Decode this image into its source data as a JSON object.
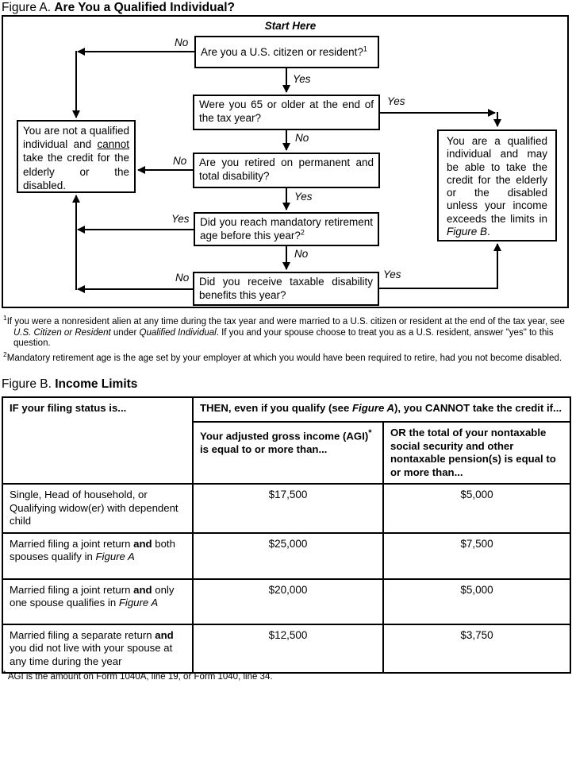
{
  "figure_a": {
    "title_prefix": "Figure A.",
    "title": "Are You a Qualified Individual?",
    "start_here": "Start Here",
    "boxes": {
      "q1": {
        "text": "Are you a U.S. citizen or resident?",
        "sup": "1"
      },
      "q2": {
        "text": "Were you 65 or older at the end of the tax year?"
      },
      "q3": {
        "text": "Are you retired on permanent and total disability?"
      },
      "q4": {
        "text": "Did you reach mandatory retirement age before this year?",
        "sup": "2"
      },
      "q5": {
        "text": "Did you receive taxable disability benefits this year?"
      },
      "not_qualified": {
        "p1": "You are not a qualified individual and ",
        "u": "cannot",
        "p2": " take the credit for the elderly or the disabled."
      },
      "qualified": {
        "p1": "You are a qualified individual and may be able to take the credit for the elderly or the disabled unless your income exceeds the limits in ",
        "i": "Figure B",
        "p2": "."
      }
    },
    "labels": {
      "q1_no": "No",
      "q1_yes": "Yes",
      "q2_yes": "Yes",
      "q2_no": "No",
      "q3_no": "No",
      "q3_yes": "Yes",
      "q4_yes": "Yes",
      "q4_no": "No",
      "q5_no": "No",
      "q5_yes": "Yes"
    },
    "footnote1": {
      "sup": "1",
      "p1": "If you were a nonresident alien at any time during the tax year and were married to a U.S. citizen or resident at the end of the tax year, see ",
      "i1": "U.S. Citizen or Resident",
      "p2": " under ",
      "i2": "Qualified Individual",
      "p3": ". If you and your spouse choose to treat you as a U.S. resident, answer \"yes\" to this question."
    },
    "footnote2": {
      "sup": "2",
      "p1": "Mandatory retirement age is the age set by your employer at which you would have been required to retire, had you not become disabled."
    }
  },
  "figure_b": {
    "title_prefix": "Figure B.",
    "title": "Income Limits",
    "table": {
      "filing_status_header": "IF your filing status is...",
      "then_header": {
        "p1": "THEN, even if you qualify (see ",
        "i": "Figure A",
        "p2": "), you CANNOT take the credit if..."
      },
      "agi_header": {
        "p1": "Your adjusted gross income (AGI)",
        "sup": "*",
        "p2": " is equal to or more than..."
      },
      "pension_header": "OR the total of your nontaxable social security and other nontaxable pension(s) is equal to or more than...",
      "rows": [
        {
          "p1": "Single, Head of household, or Qualifying widow(er) with dependent child",
          "b": "",
          "p2": "",
          "i": "",
          "agi": "$17,500",
          "pension": "$5,000"
        },
        {
          "p1": "Married filing a joint return ",
          "b": "and",
          "p2": " both spouses qualify in ",
          "i": "Figure A",
          "agi": "$25,000",
          "pension": "$7,500"
        },
        {
          "p1": "Married filing a joint return ",
          "b": "and",
          "p2": " only one spouse qualifies in ",
          "i": "Figure A",
          "agi": "$20,000",
          "pension": "$5,000"
        },
        {
          "p1": "Married filing a separate return ",
          "b": "and",
          "p2": " you did not live with your spouse at any time during the year",
          "i": "",
          "agi": "$12,500",
          "pension": "$3,750"
        }
      ]
    },
    "footnote": {
      "sup": "*",
      "text": " AGI is the amount on Form 1040A, line 19, or Form 1040, line 34."
    }
  }
}
